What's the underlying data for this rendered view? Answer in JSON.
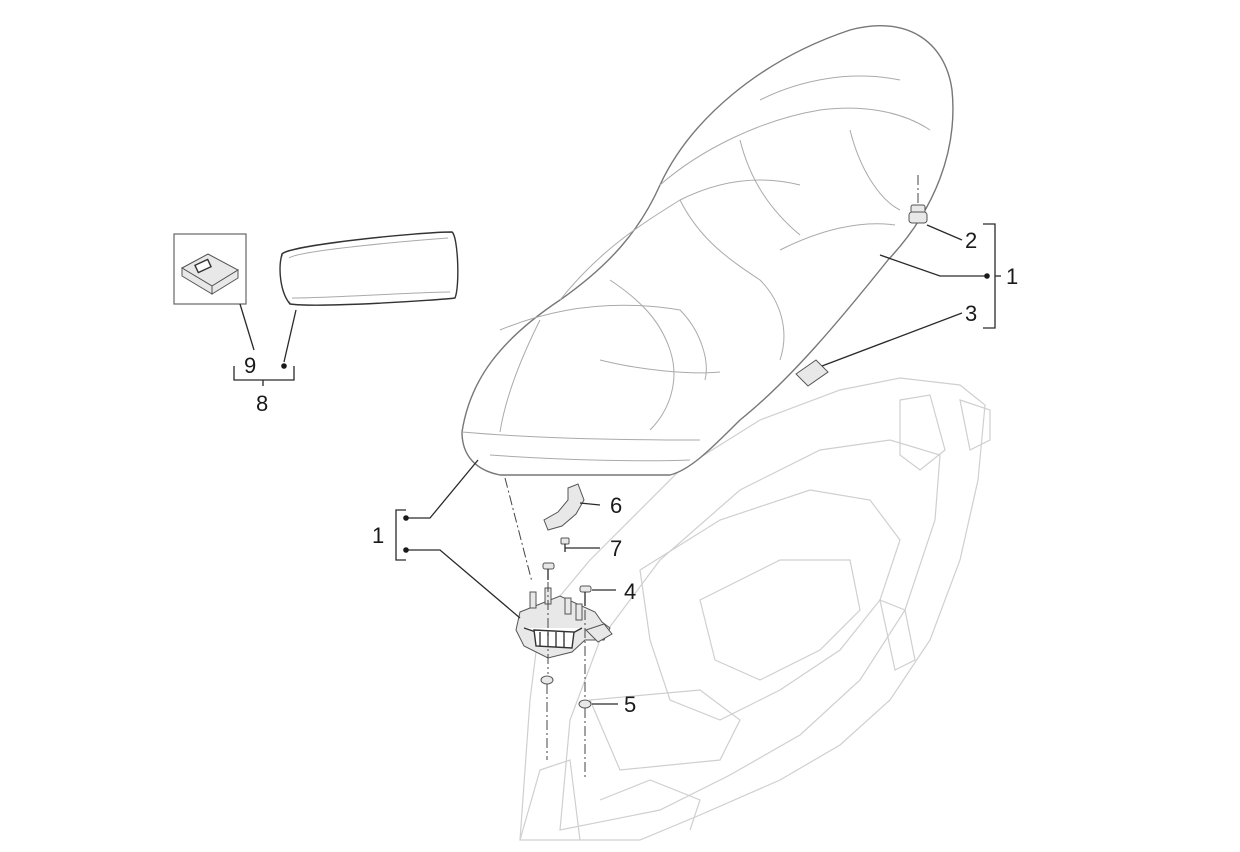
{
  "diagram": {
    "callouts": {
      "c1_right": "1",
      "c2": "2",
      "c3": "3",
      "c1_left": "1",
      "c4": "4",
      "c5": "5",
      "c6": "6",
      "c7": "7",
      "c8": "8",
      "c9": "9"
    }
  }
}
